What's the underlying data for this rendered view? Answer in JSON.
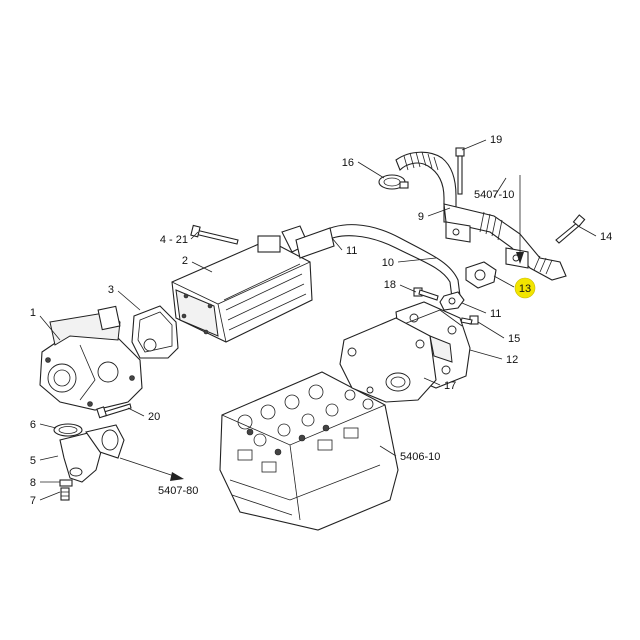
{
  "diagram": {
    "callouts": {
      "c1": "1",
      "c2": "2",
      "c3": "3",
      "c4_21": "4 - 21",
      "c5": "5",
      "c6": "6",
      "c7": "7",
      "c8": "8",
      "c9": "9",
      "c10": "10",
      "c11": "11",
      "c12": "12",
      "c13": "13",
      "c14": "14",
      "c15": "15",
      "c16": "16",
      "c17": "17",
      "c18": "18",
      "c19": "19",
      "c20": "20"
    },
    "references": {
      "ref_5407_10": "5407-10",
      "ref_5407_80": "5407-80",
      "ref_5406_10": "5406-10"
    },
    "colors": {
      "line": "#222222",
      "highlight_callout": "#f2e500"
    }
  }
}
